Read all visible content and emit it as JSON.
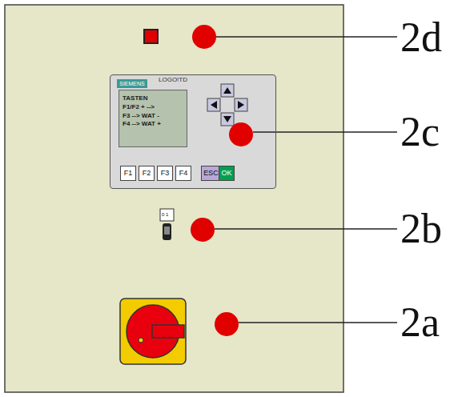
{
  "diagram": {
    "nodes": [
      {
        "text": [
          "LOGO!TD"
        ]
      },
      {
        "text": [
          "SIEMENS"
        ],
        "in": 0
      },
      {
        "text": [
          "TASTEN",
          "F1/F2 + -->",
          "F3 --> WAT -",
          "F4 --> WAT +"
        ],
        "in": 0
      },
      {
        "text": [
          "F1"
        ],
        "in": 0
      },
      {
        "text": [
          "F2"
        ],
        "in": 0
      },
      {
        "text": [
          "F3"
        ],
        "in": 0
      },
      {
        "text": [
          "F4"
        ],
        "in": 0
      },
      {
        "text": [
          "ESC"
        ],
        "in": 0
      },
      {
        "text": [
          "OK"
        ],
        "in": 0
      }
    ],
    "labels": [
      "2d",
      "2c",
      "2b",
      "2a",
      "0 1"
    ]
  }
}
